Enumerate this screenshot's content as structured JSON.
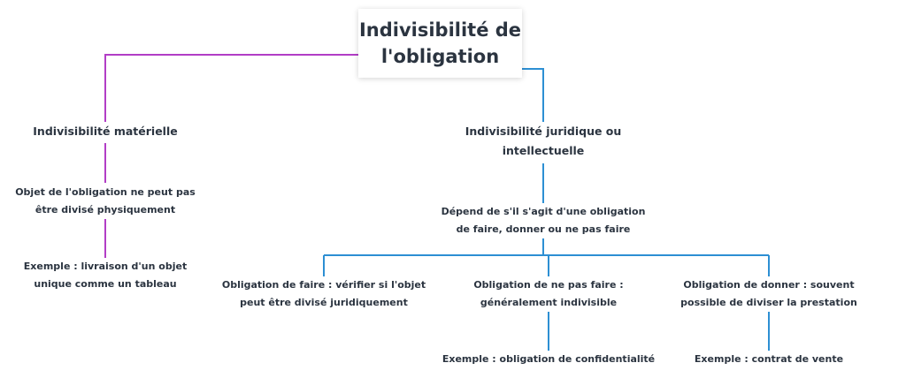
{
  "colors": {
    "left_branch": "#b23dc6",
    "right_branch": "#2d8fd3",
    "text": "#2b3440"
  },
  "root": {
    "title": "Indivisibilité de l'obligation"
  },
  "left": {
    "title": "Indivisibilité matérielle",
    "item1": "Objet de l'obligation ne peut pas être divisé physiquement",
    "item2": "Exemple : livraison d'un objet unique comme un tableau"
  },
  "right": {
    "title": "Indivisibilité juridique ou intellectuelle",
    "sub": "Dépend de s'il s'agit d'une obligation de faire, donner ou ne pas faire",
    "faire": "Obligation de faire : vérifier si l'objet peut être divisé juridiquement",
    "ne_pas_faire": "Obligation de ne pas faire : généralement indivisible",
    "ne_pas_faire_ex": "Exemple : obligation de confidentialité",
    "donner": "Obligation de donner : souvent possible de diviser la prestation",
    "donner_ex": "Exemple : contrat de vente"
  }
}
